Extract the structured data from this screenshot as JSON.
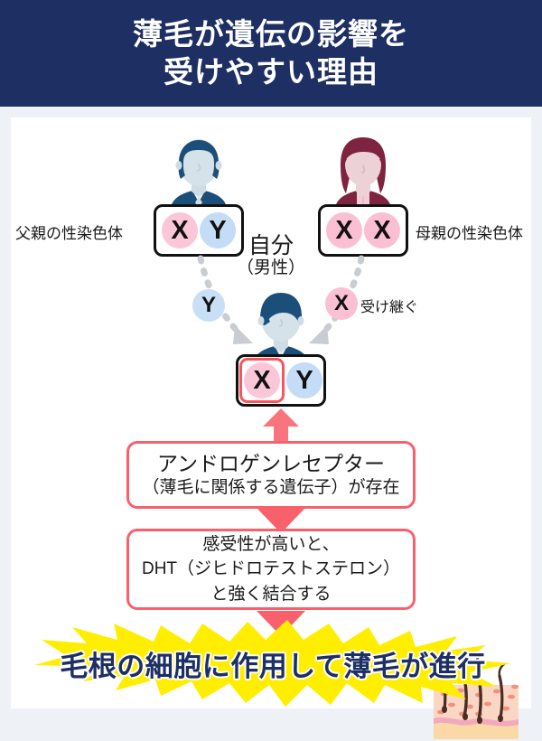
{
  "header": {
    "line1": "薄毛が遺伝の影響を",
    "line2": "受けやすい理由",
    "bg_color": "#1d2f63",
    "text_color": "#ffffff"
  },
  "diagram": {
    "father": {
      "label": "父親の性染色体",
      "chromosomes": [
        "X",
        "Y"
      ],
      "figure": "balding-man-icon"
    },
    "mother": {
      "label": "母親の性染色体",
      "chromosomes": [
        "X",
        "X"
      ],
      "figure": "woman-icon"
    },
    "self": {
      "title": "自分",
      "subtitle": "（男性）",
      "chromosomes": [
        "X",
        "Y"
      ],
      "highlighted_chromosome": "X",
      "figure": "young-man-icon"
    },
    "inheritance": {
      "from_father": "Y",
      "from_mother": "X",
      "note": "受け継ぐ"
    }
  },
  "flow": {
    "box1": {
      "line1": "アンドロゲンレセプター",
      "line2": "（薄毛に関係する遺伝子）が存在"
    },
    "box2": {
      "line1": "感受性が高いと、",
      "line2": "DHT（ジヒドロテストステロン）",
      "line3": "と強く結合する"
    },
    "arrow_color": "#f8616c",
    "border_color": "#f8616c"
  },
  "conclusion": {
    "text": "毛根の細胞に作用して薄毛が進行",
    "burst_color": "#ffee00",
    "text_color": "#1d2f63"
  },
  "illustration": {
    "skin_cross_section": "hair-follicle-skin-icon"
  },
  "colors": {
    "page_bg": "#eef2f7",
    "card_bg": "#ffffff",
    "x_chip": "#fbc7d8",
    "y_chip": "#c4dcf5",
    "highlight": "#f8555f",
    "navy": "#1d2f63"
  }
}
